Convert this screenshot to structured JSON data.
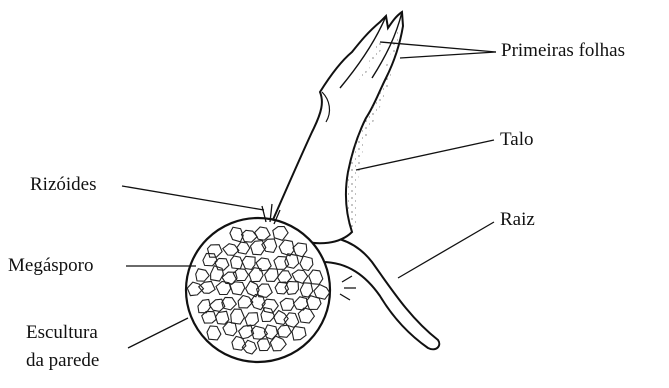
{
  "labels": {
    "primeiras_folhas": "Primeiras folhas",
    "talo": "Talo",
    "rizoides": "Rizóides",
    "raiz": "Raiz",
    "megasporo": "Megásporo",
    "escultura_line1": "Escultura",
    "escultura_line2": "da parede"
  },
  "colors": {
    "ink": "#111111",
    "background": "#ffffff"
  }
}
